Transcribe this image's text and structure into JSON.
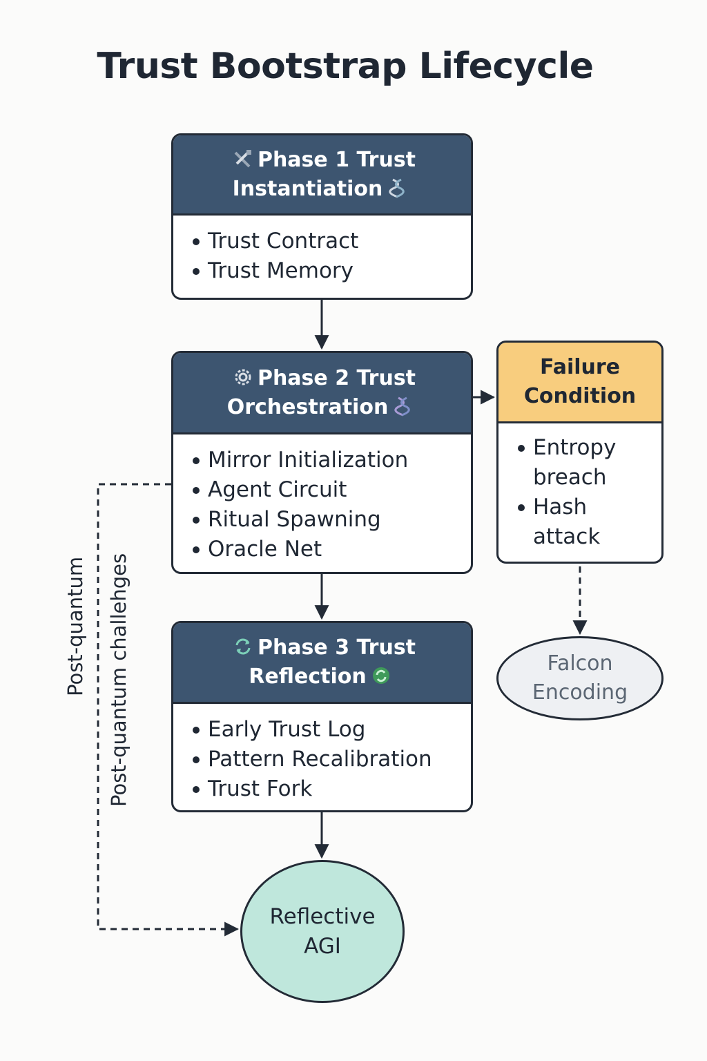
{
  "title": "Trust Bootstrap Lifecycle",
  "phases": [
    {
      "title_line1": "Phase 1 Trust",
      "title_line2": "Instantiation",
      "icon_left": "tools-icon",
      "icon_right": "dna-icon",
      "items": [
        "Trust Contract",
        "Trust Memory"
      ]
    },
    {
      "title_line1": "Phase 2 Trust",
      "title_line2": "Orchestration",
      "icon_left": "gear-icon",
      "icon_right": "dna-icon",
      "items": [
        "Mirror Initialization",
        "Agent Circuit",
        "Ritual Spawning",
        "Oracle Net"
      ]
    },
    {
      "title_line1": "Phase 3 Trust",
      "title_line2": "Reflection",
      "icon_left": "refresh-icon",
      "icon_right": "recycle-icon",
      "items": [
        "Early Trust Log",
        "Pattern Recalibration",
        "Trust Fork"
      ]
    }
  ],
  "failure": {
    "title_line1": "Failure",
    "title_line2": "Condition",
    "items": [
      "Entropy breach",
      "Hash attack"
    ]
  },
  "falcon": {
    "line1": "Falcon",
    "line2": "Encoding"
  },
  "agi": {
    "line1": "Reflective",
    "line2": "AGI"
  },
  "side_labels": [
    "Post-quantum",
    "Post-quantum challehges"
  ],
  "colors": {
    "phase_header": "#3d5570",
    "failure_header": "#f8cd7e",
    "falcon_fill": "#eef0f3",
    "agi_fill": "#bfe7dc",
    "stroke": "#232b36"
  }
}
